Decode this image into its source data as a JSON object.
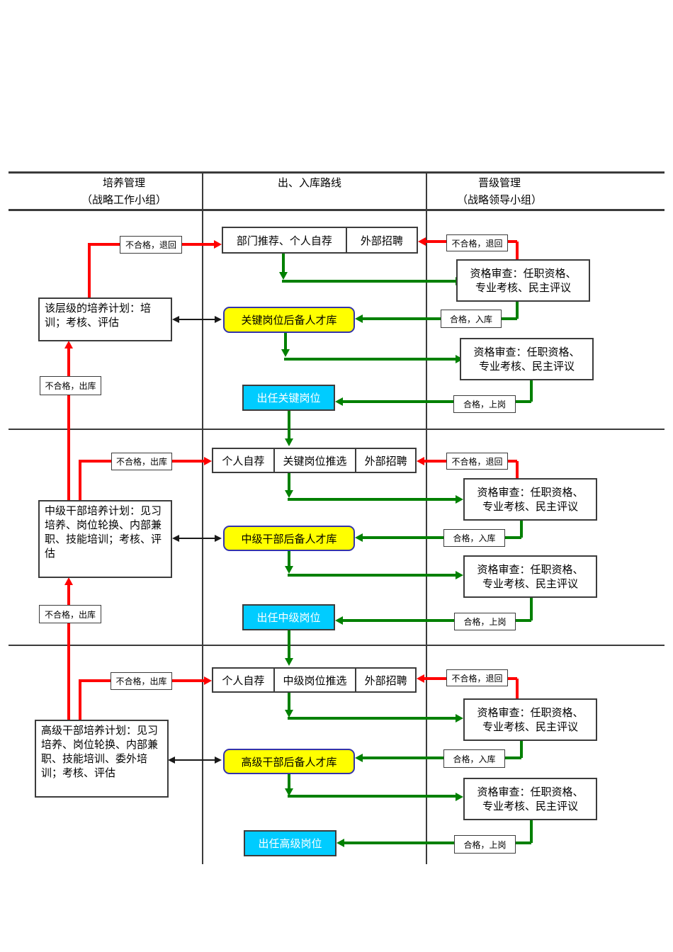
{
  "colors": {
    "red": "#ff0000",
    "green": "#008000",
    "black": "#1a1a1a",
    "yellow": "#ffff00",
    "cyan": "#00ccff",
    "pool_border": "#3333aa",
    "table_line": "#3b3b3b"
  },
  "header": {
    "columns": [
      {
        "title": "培养管理",
        "subtitle": "（战略工作小组）"
      },
      {
        "title": "出、入库路线",
        "subtitle": ""
      },
      {
        "title": "晋级管理",
        "subtitle": "（战略领导小组）"
      }
    ]
  },
  "sections": [
    {
      "intake_cells": [
        "部门推荐、个人自荐",
        "外部招聘"
      ],
      "plan_text": "该层级的培养计划：培训；考核、评估",
      "pool_text": "关键岗位后备人才库",
      "appoint_text": "出任关键岗位",
      "review_top_lines": [
        "资格审查：任职资格、",
        "专业考核、民主评议"
      ],
      "review_bottom_lines": [
        "资格审查：任职资格、",
        "专业考核、民主评议"
      ],
      "labels": {
        "plan_to_intake": "不合格，退回",
        "review_to_intake": "不合格，退回",
        "pool_in": "合格，入库",
        "post_in": "合格，上岗",
        "pool_out": "不合格，出库"
      }
    },
    {
      "intake_cells": [
        "个人自荐",
        "关键岗位推选",
        "外部招聘"
      ],
      "plan_text": "中级干部培养计划：见习培养、岗位轮换、内部兼职、技能培训；考核、评估",
      "pool_text": "中级干部后备人才库",
      "appoint_text": "出任中级岗位",
      "review_top_lines": [
        "资格审查：任职资格、",
        "专业考核、民主评议"
      ],
      "review_bottom_lines": [
        "资格审查：任职资格、",
        "专业考核、民主评议"
      ],
      "labels": {
        "plan_to_intake": "不合格，出库",
        "review_to_intake": "不合格，退回",
        "pool_in": "合格，入库",
        "post_in": "合格，上岗",
        "pool_out": "不合格，出库"
      }
    },
    {
      "intake_cells": [
        "个人自荐",
        "中级岗位推选",
        "外部招聘"
      ],
      "plan_text": "高级干部培养计划：见习培养、岗位轮换、内部兼职、技能培训、委外培训；考核、评估",
      "pool_text": "高级干部后备人才库",
      "appoint_text": "出任高级岗位",
      "review_top_lines": [
        "资格审查：任职资格、",
        "专业考核、民主评议"
      ],
      "review_bottom_lines": [
        "资格审查：任职资格、",
        "专业考核、民主评议"
      ],
      "labels": {
        "plan_to_intake": "不合格，出库",
        "review_to_intake": "不合格，退回",
        "pool_in": "合格，入库",
        "post_in": "合格，上岗"
      }
    }
  ]
}
